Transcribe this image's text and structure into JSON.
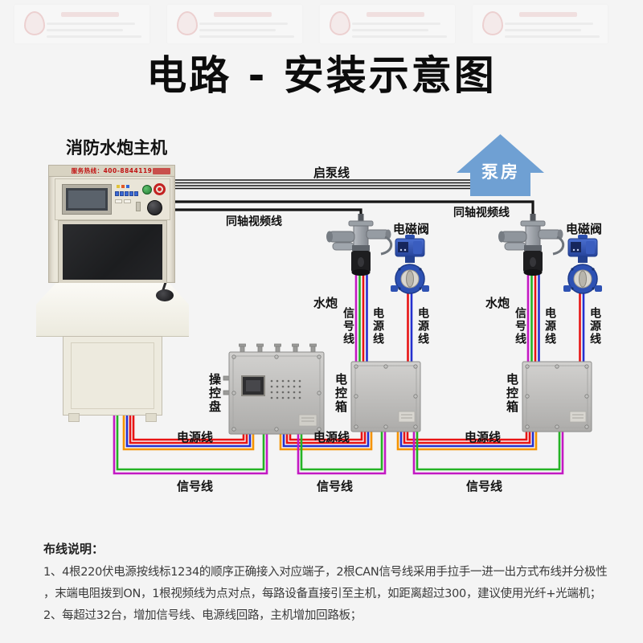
{
  "title": "电路 - 安装示意图",
  "console": {
    "label": "消防水炮主机",
    "hotline": "服务热线：400-8844119"
  },
  "pump_room": {
    "label": "泵房",
    "color": "#6fa0d3"
  },
  "line_labels": {
    "pump_start": "启泵线",
    "coax_left": "同轴视频线",
    "coax_right": "同轴视频线"
  },
  "operator_panel": {
    "label": "操控盘"
  },
  "groups": [
    {
      "cannon": "水炮",
      "valve": "电磁阀",
      "signal": "信号线",
      "cannon_power": "电源线",
      "valve_power": "电源线",
      "box": "电控箱"
    },
    {
      "cannon": "水炮",
      "valve": "电磁阀",
      "signal": "信号线",
      "cannon_power": "电源线",
      "valve_power": "电源线",
      "box": "电控箱"
    }
  ],
  "runs": [
    {
      "power": "电源线",
      "signal": "信号线"
    },
    {
      "power": "电源线",
      "signal": "信号线"
    },
    {
      "power": "电源线",
      "signal": "信号线"
    }
  ],
  "wire_colors": {
    "red": "#e81414",
    "blue": "#2530cf",
    "orange": "#f59300",
    "green": "#25b325",
    "purple": "#c318c3",
    "black-line": "#151515"
  },
  "instructions": {
    "heading": "布线说明：",
    "lines": [
      "1、4根220伏电源按线标1234的顺序正确接入对应端子，2根CAN信号线采用手拉手一进一出方式布线并分极性",
      "，末端电阻拨到ON，1根视频线为点对点，每路设备直接引至主机，如距离超过300，建议使用光纤+光端机；",
      "2、每超过32台，增加信号线、电源线回路，主机增加回路板；"
    ]
  }
}
